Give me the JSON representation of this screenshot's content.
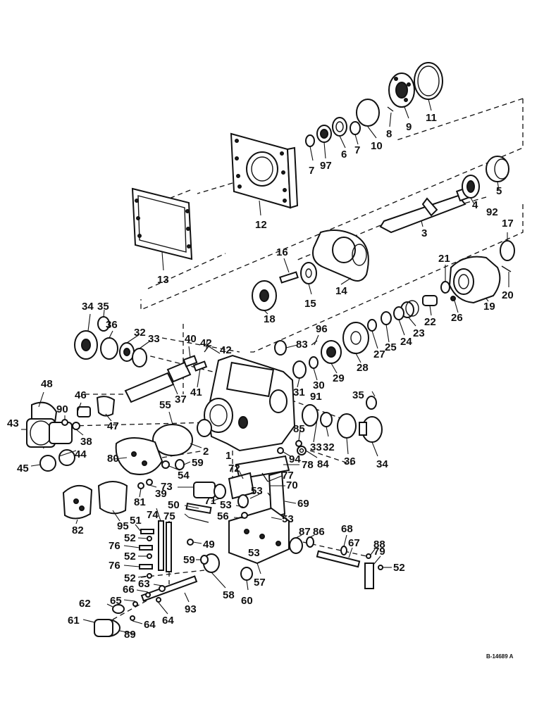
{
  "diagram": {
    "reference_code": "B-14689 A",
    "callouts": {
      "c1": "1",
      "c2": "2",
      "c3": "3",
      "c4": "4",
      "c5": "5",
      "c6": "6",
      "c7a": "7",
      "c7b": "7",
      "c8": "8",
      "c9": "9",
      "c10": "10",
      "c11": "11",
      "c12": "12",
      "c13": "13",
      "c14": "14",
      "c15": "15",
      "c16": "16",
      "c17": "17",
      "c18": "18",
      "c19": "19",
      "c20": "20",
      "c21": "21",
      "c22": "22",
      "c23": "23",
      "c24": "24",
      "c25": "25",
      "c26": "26",
      "c27": "27",
      "c28": "28",
      "c29": "29",
      "c30": "30",
      "c31": "31",
      "c32a": "32",
      "c32b": "32",
      "c33a": "33",
      "c33b": "33",
      "c34a": "34",
      "c34b": "34",
      "c35a": "35",
      "c35b": "35",
      "c36a": "36",
      "c36b": "36",
      "c37": "37",
      "c38": "38",
      "c39": "39",
      "c40": "40",
      "c41": "41",
      "c42a": "42",
      "c42b": "42",
      "c43": "43",
      "c44": "44",
      "c45": "45",
      "c46": "46",
      "c47": "47",
      "c48": "48",
      "c49": "49",
      "c50": "50",
      "c51": "51",
      "c52a": "52",
      "c52b": "52",
      "c52c": "52",
      "c52d": "52",
      "c53a": "53",
      "c53b": "53",
      "c53c": "53",
      "c53d": "53",
      "c54": "54",
      "c55": "55",
      "c56": "56",
      "c57": "57",
      "c58": "58",
      "c59a": "59",
      "c59b": "59",
      "c60": "60",
      "c61": "61",
      "c62": "62",
      "c63": "63",
      "c64a": "64",
      "c64b": "64",
      "c65": "65",
      "c66": "66",
      "c67": "67",
      "c68": "68",
      "c69": "69",
      "c70": "70",
      "c71": "71",
      "c72": "72",
      "c73": "73",
      "c74": "74",
      "c75": "75",
      "c76a": "76",
      "c76b": "76",
      "c77": "77",
      "c78": "78",
      "c79": "79",
      "c80": "80",
      "c81": "81",
      "c82": "82",
      "c83": "83",
      "c84": "84",
      "c85": "85",
      "c86": "86",
      "c87": "87",
      "c88": "88",
      "c89": "89",
      "c90": "90",
      "c91": "91",
      "c92": "92",
      "c93": "93",
      "c94": "94",
      "c95": "95",
      "c96": "96",
      "c97": "97"
    }
  }
}
